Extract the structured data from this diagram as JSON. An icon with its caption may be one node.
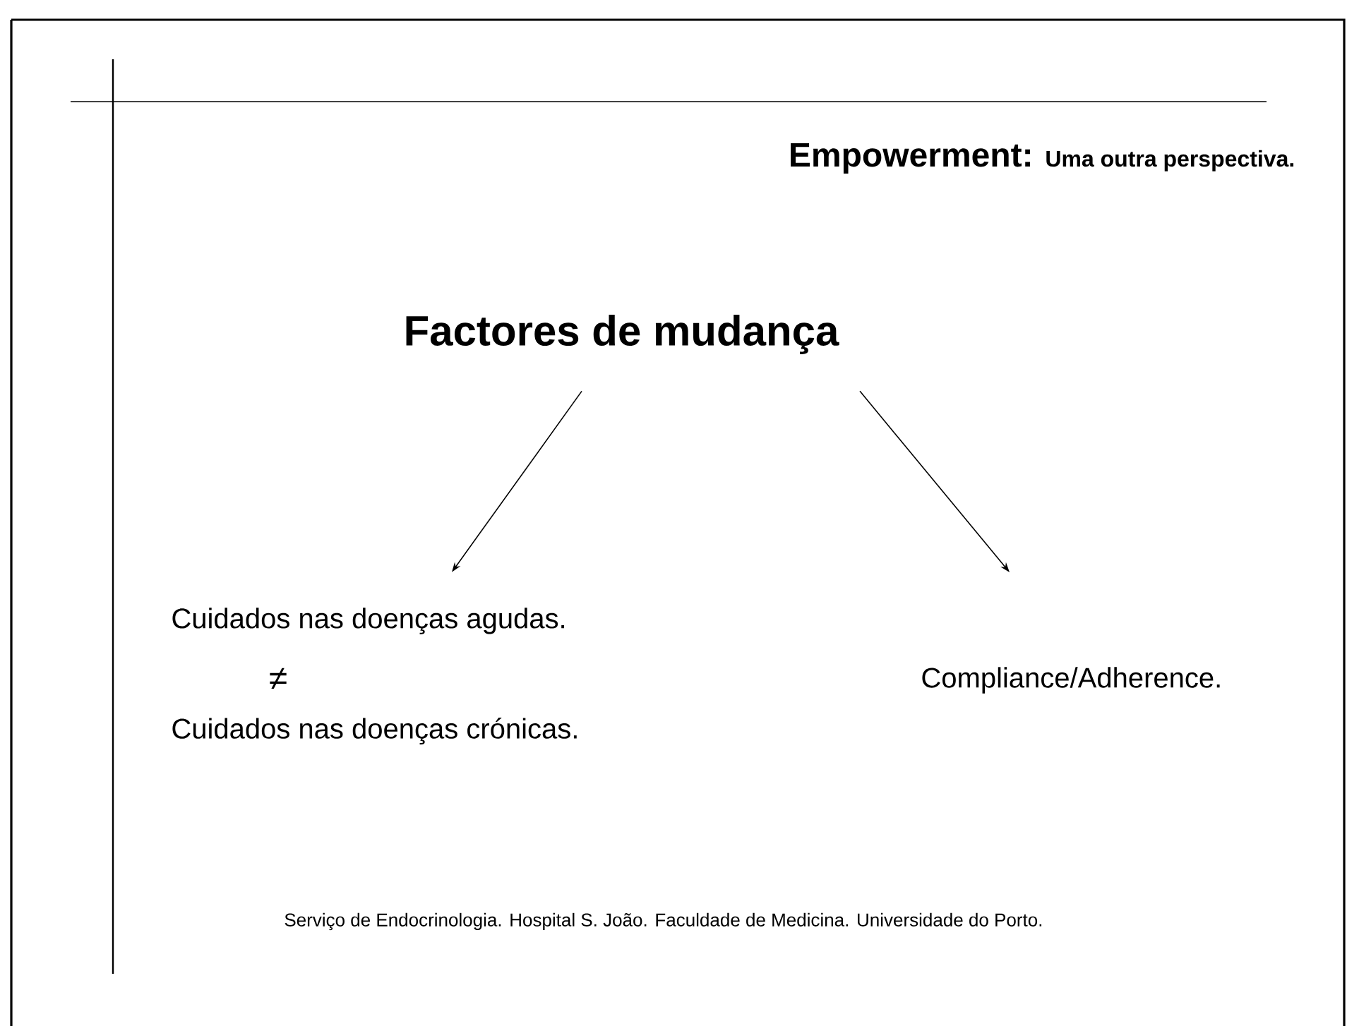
{
  "diagram": {
    "title": "Empowerment:",
    "nodes": [
      {
        "text": [
          "Factores de mudança"
        ]
      },
      {
        "text": [
          "Cuidados nas doenças agudas."
        ]
      },
      {
        "text": [
          "Cuidados nas doenças crónicas."
        ]
      },
      {
        "text": [
          "Compliance/Adherence."
        ]
      }
    ],
    "edges": [
      {
        "from": 0,
        "to": 1,
        "arrow": "to"
      },
      {
        "from": 0,
        "to": 3,
        "arrow": "to"
      }
    ],
    "labels": [
      "Uma outra perspectiva.",
      "≠",
      "Serviço de Endocrinologia. Hospital S. João. Faculdade de Medicina. Universidade do Porto."
    ]
  }
}
